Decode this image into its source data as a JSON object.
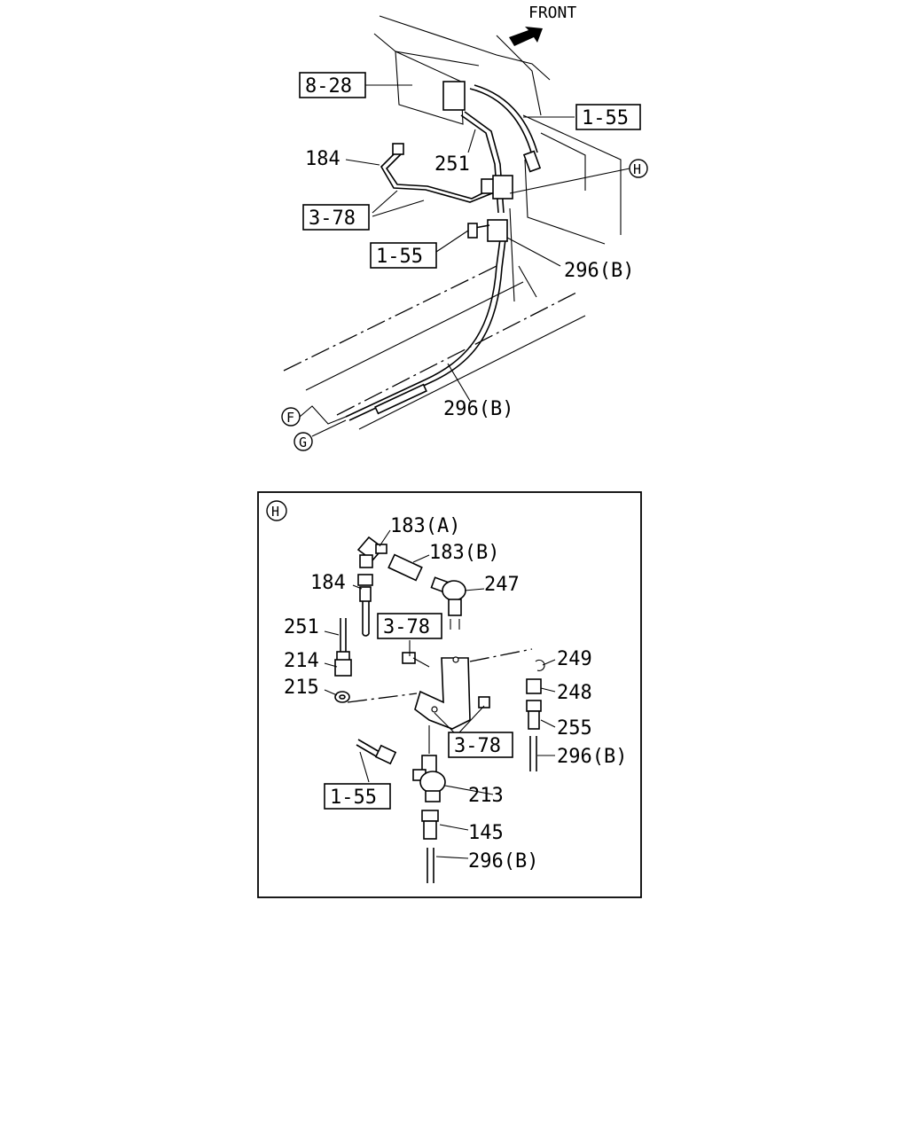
{
  "front_label": "FRONT",
  "overview": {
    "ref_8_28": "8-28",
    "ref_1_55_top": "1-55",
    "ref_3_78": "3-78",
    "ref_1_55_mid": "1-55",
    "part_184": "184",
    "part_251": "251",
    "part_296b_upper": "296(B)",
    "part_296b_lower": "296(B)",
    "callout_h": "H",
    "callout_f": "F",
    "callout_g": "G"
  },
  "detail_h": {
    "callout": "H",
    "part_183a": "183(A)",
    "part_183b": "183(B)",
    "part_184": "184",
    "part_247": "247",
    "part_251": "251",
    "ref_3_78_top": "3-78",
    "part_214": "214",
    "part_215": "215",
    "part_249": "249",
    "part_248": "248",
    "part_255": "255",
    "ref_3_78_bottom": "3-78",
    "part_296b_right": "296(B)",
    "ref_1_55": "1-55",
    "part_213": "213",
    "part_145": "145",
    "part_296b_bottom": "296(B)"
  }
}
